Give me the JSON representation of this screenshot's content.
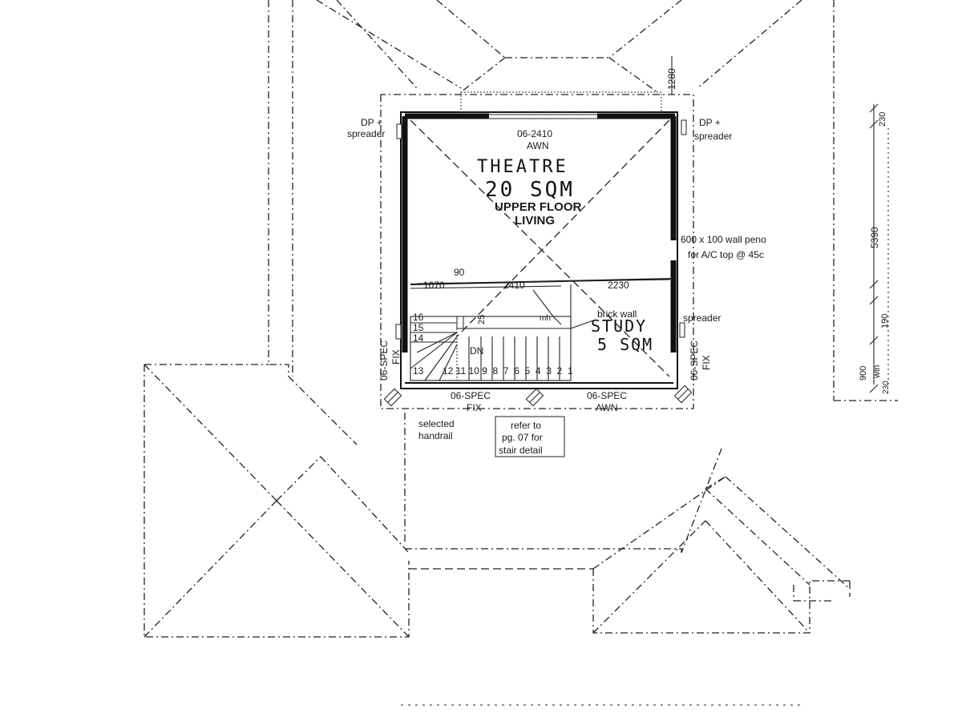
{
  "room": {
    "handwritten_title": "THEATRE",
    "handwritten_area": "20 SQM",
    "name_line1": "UPPER FLOOR",
    "name_line2": "LIVING"
  },
  "study": {
    "handwritten_title": "STUDY",
    "handwritten_area": "5 SQM",
    "note": "brick wall"
  },
  "windows": {
    "top_code": "06-2410",
    "top_type": "AWN",
    "bottom_left_code": "06-SPEC",
    "bottom_left_type": "FIX",
    "bottom_right_code": "06-SPEC",
    "bottom_right_type": "AWN",
    "left_side_code": "06-SPEC",
    "left_side_type": "FIX",
    "right_side_code": "06-SPEC",
    "right_side_type": "FIX"
  },
  "annotations": {
    "dp_left_1": "DP +",
    "dp_left_2": "spreader",
    "dp_right_1": "DP +",
    "dp_right_2": "spreader",
    "spreader_right": "spreader",
    "peno_1": "600 x 100 wall peno",
    "peno_2": "for A/C top @ 45c",
    "handrail_1": "selected",
    "handrail_2": "handrail",
    "refer_1": "refer to",
    "refer_2": "pg. 07 for",
    "refer_3": "stair detail",
    "stair_dn": "DN",
    "stair_25": "25",
    "stair_mh": "mh"
  },
  "dimensions": {
    "d1280": "1280",
    "d230_top": "230",
    "d5390": "5390",
    "d190": "190",
    "d900": "900",
    "dwin": "win",
    "d230_bottom": "230",
    "d90": "90",
    "d1070": "1070",
    "d2410": "2410",
    "d2230": "2230"
  },
  "stair_numbers": {
    "s16": "16",
    "s15": "15",
    "s14": "14",
    "s13": "13",
    "lower_run": "12 11 10 9  8  7  6  5  4  3  2  1"
  }
}
